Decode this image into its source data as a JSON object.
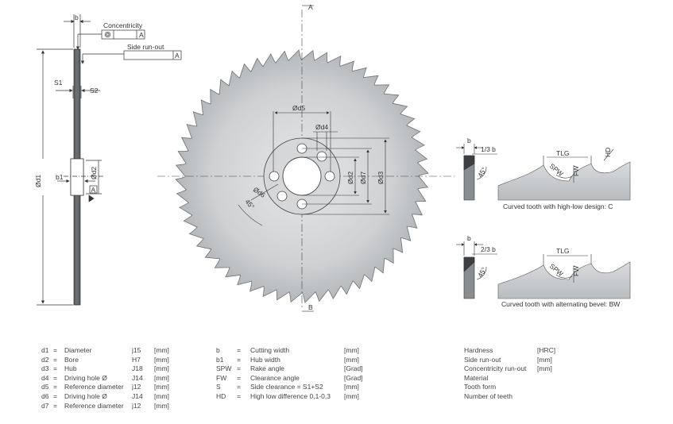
{
  "drawing": {
    "side_view": {
      "b": "b",
      "concentricity": "Concentricity",
      "concentricity_ref": "A",
      "side_runout": "Side run-out",
      "side_runout_ref": "A",
      "s1": "S1",
      "s2": "S2",
      "b1": "b1",
      "d1": "Ød1",
      "d2": "Ød2",
      "datum": "A"
    },
    "front_view": {
      "section_top": "A",
      "section_bottom": "B",
      "d5": "Ød5",
      "d4": "Ød4",
      "d2": "Ød2",
      "d7": "Ød7",
      "d3": "Ød3",
      "d6": "Ød6",
      "angle": "45°",
      "teeth_count": 56
    },
    "tooth_c": {
      "b": "b",
      "third": "1/3 b",
      "angle": "45°",
      "tlg": "TLG",
      "hd": "HD",
      "spw": "SPW",
      "fw": "FW",
      "caption": "Curved tooth with high-low design: C"
    },
    "tooth_bw": {
      "b": "b",
      "third": "2/3 b",
      "angle": "45°",
      "tlg": "TLG",
      "spw": "SPW",
      "fw": "FW",
      "caption": "Curved tooth with alternating bevel: BW"
    }
  },
  "legend_left": [
    {
      "sym": "d1",
      "eq": "=",
      "name": "Diameter",
      "tol": "j15",
      "unit": "[mm]"
    },
    {
      "sym": "d2",
      "eq": "=",
      "name": "Bore",
      "tol": "H7",
      "unit": "[mm]"
    },
    {
      "sym": "d3",
      "eq": "=",
      "name": "Hub",
      "tol": "J18",
      "unit": "[mm]"
    },
    {
      "sym": "d4",
      "eq": "=",
      "name": "Driving hole Ø",
      "tol": "J14",
      "unit": "[mm]"
    },
    {
      "sym": "d5",
      "eq": "=",
      "name": "Reference diameter",
      "tol": "j12",
      "unit": "[mm]"
    },
    {
      "sym": "d6",
      "eq": "=",
      "name": "Driving hole Ø",
      "tol": "J14",
      "unit": "[mm]"
    },
    {
      "sym": "d7",
      "eq": "=",
      "name": "Reference diameter",
      "tol": "j12",
      "unit": "[mm]"
    }
  ],
  "legend_mid": [
    {
      "sym": "b",
      "eq": "=",
      "name": "Cutting width",
      "unit": "[mm]"
    },
    {
      "sym": "b1",
      "eq": "=",
      "name": "Hub width",
      "unit": "[mm]"
    },
    {
      "sym": "SPW",
      "eq": "=",
      "name": "Rake angle",
      "unit": "[Grad]"
    },
    {
      "sym": "FW",
      "eq": "=",
      "name": "Clearance angle",
      "unit": "[Grad]"
    },
    {
      "sym": "S",
      "eq": "=",
      "name": "Side clearance = S1+S2",
      "unit": "[mm]"
    },
    {
      "sym": "HD",
      "eq": "=",
      "name": "High low difference 0,1-0,3",
      "unit": "[mm]"
    }
  ],
  "legend_right": [
    {
      "name": "Hardness",
      "unit": "[HRC]"
    },
    {
      "name": "Side run-out",
      "unit": "[mm]"
    },
    {
      "name": "Concentricity run-out",
      "unit": "[mm]"
    },
    {
      "name": "Material",
      "unit": ""
    },
    {
      "name": "Tooth form",
      "unit": ""
    },
    {
      "name": "Number of teeth",
      "unit": ""
    }
  ]
}
